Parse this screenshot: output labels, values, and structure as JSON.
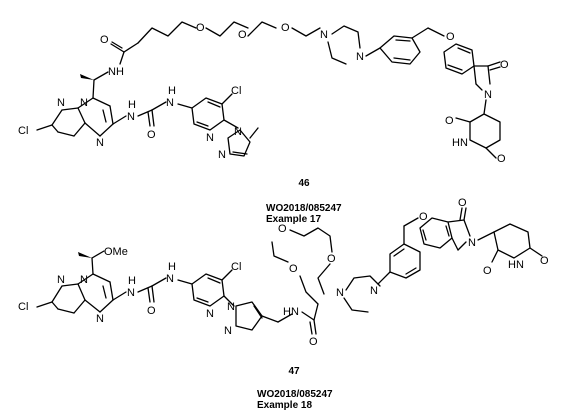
{
  "compounds": [
    {
      "number": "46",
      "source": "WO2018/085247",
      "example": "Example 17",
      "atoms": {
        "cl_left": "Cl",
        "cl_right": "Cl",
        "n_list": [
          "N",
          "N",
          "N",
          "N",
          "N",
          "N",
          "N",
          "N",
          "N",
          "N",
          "N"
        ],
        "nh_labels": [
          "NH",
          "H",
          "H",
          "HN"
        ],
        "o_list": [
          "O",
          "O",
          "O",
          "O",
          "O",
          "O",
          "O",
          "O"
        ]
      }
    },
    {
      "number": "47",
      "source": "WO2018/085247",
      "example": "Example 18",
      "atoms": {
        "ome": "OMe",
        "cl_left": "Cl",
        "cl_right": "Cl",
        "n_list": [
          "N",
          "N",
          "N",
          "N",
          "N",
          "N",
          "N",
          "N",
          "N",
          "N",
          "N"
        ],
        "nh_labels": [
          "H",
          "H",
          "HN",
          "HN"
        ],
        "o_list": [
          "O",
          "O",
          "O",
          "O",
          "O",
          "O",
          "O",
          "O"
        ]
      }
    }
  ]
}
